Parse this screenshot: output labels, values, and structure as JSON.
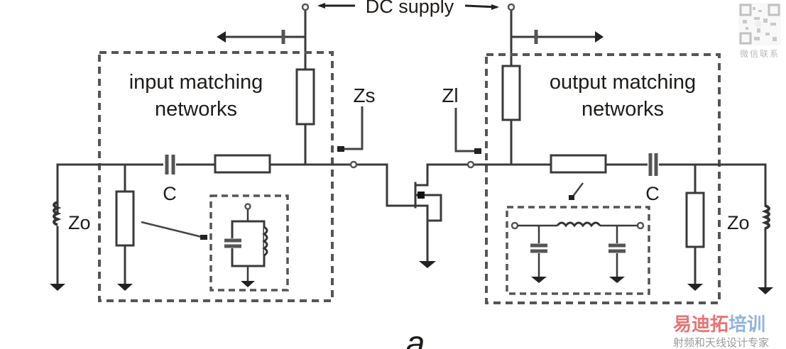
{
  "figure": {
    "title_label": "DC supply",
    "input_network_label": [
      "input matching",
      "networks"
    ],
    "output_network_label": [
      "output matching",
      "networks"
    ],
    "source_impedance_label": "Zs",
    "load_impedance_label": "Zl",
    "input_termination_label": "Zo",
    "output_termination_label": "Zo",
    "input_capacitor_label": "C",
    "output_capacitor_label": "C",
    "subfigure_label": "a",
    "components": {
      "transistor": "FET amplifier (common source)",
      "input_network": [
        "series capacitor C",
        "series line",
        "shunt stub to DC supply",
        "shunt resistor-element stub with LC tank detail"
      ],
      "output_network": [
        "shunt stub to DC supply",
        "series line with pi-network detail",
        "series capacitor C",
        "shunt resistor-element stub"
      ]
    }
  },
  "watermark": {
    "qr_caption": "微信联系",
    "brand_red": "易迪拓",
    "brand_blue": "培训",
    "tagline": "射频和天线设计专家",
    "colors": {
      "red": "#e45c5c",
      "blue": "#7fa6d6",
      "gray": "#8a8a8a"
    }
  }
}
